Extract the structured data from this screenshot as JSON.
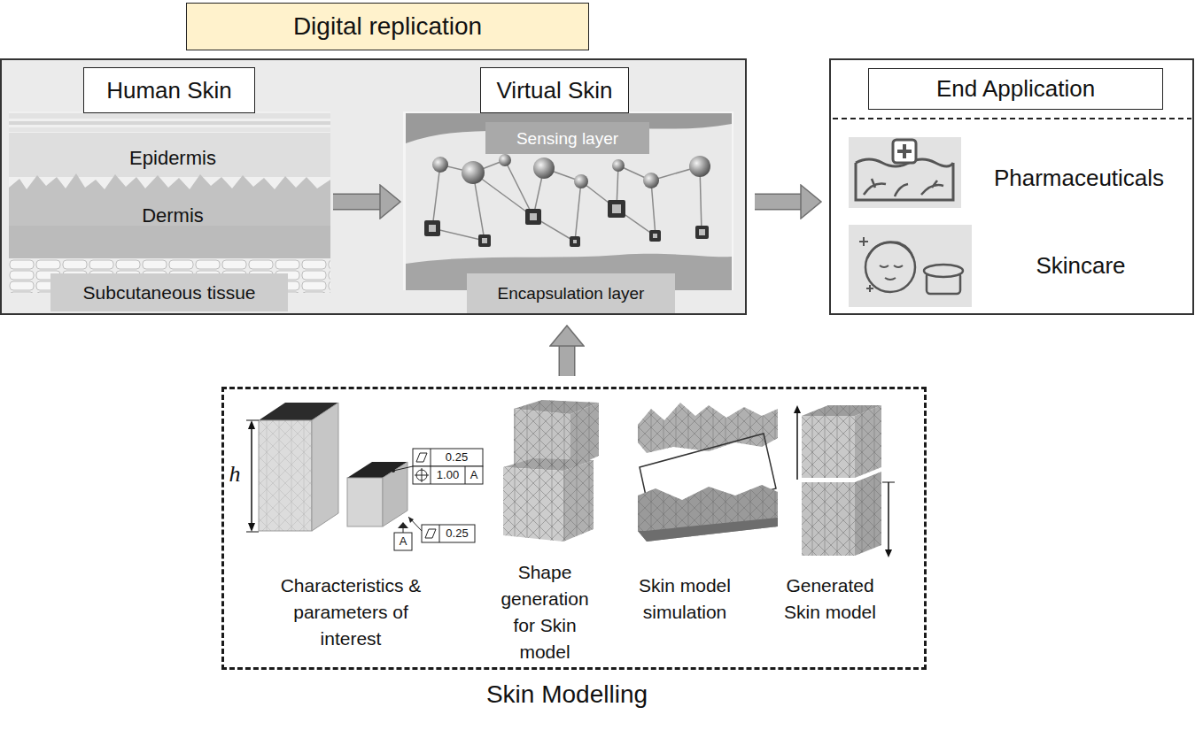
{
  "diagram": {
    "nodes": [
      {
        "text": [
          "Digital replication"
        ]
      },
      {
        "text": [
          "Human Skin",
          "Epidermis",
          "Dermis"
        ],
        "in": 0
      },
      {
        "text": [
          "Subcutaneous tissue"
        ],
        "in": 1
      },
      {
        "text": [
          "Virtual Skin"
        ],
        "in": 0
      },
      {
        "text": [
          "Sensing layer"
        ],
        "in": 3
      },
      {
        "text": [
          "Encapsulation layer"
        ],
        "in": 3
      },
      {
        "text": [
          "End Application",
          "Pharmaceuticals",
          "Skincare"
        ]
      },
      {
        "text": [
          "Characteristics & parameters of interest",
          "Shape generation for Skin model",
          "Skin model simulation",
          "Generated Skin model",
          "Skin Modelling"
        ]
      }
    ],
    "edges": [
      {
        "from": 1,
        "to": 3,
        "arrow": "to"
      },
      {
        "from": 0,
        "to": 6,
        "arrow": "to"
      },
      {
        "from": 7,
        "to": 0,
        "arrow": "to"
      }
    ],
    "labels": [
      "h",
      "0.25",
      "1.00",
      "A",
      "0.25",
      "A"
    ]
  }
}
